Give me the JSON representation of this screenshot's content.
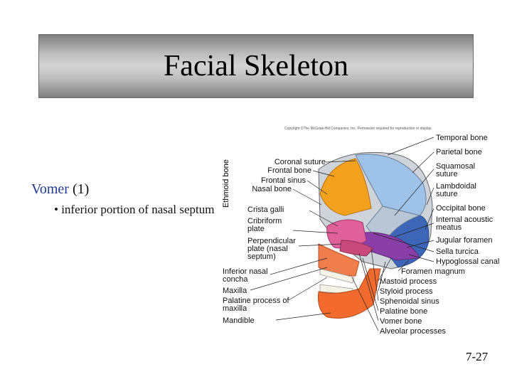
{
  "title": "Facial Skeleton",
  "bullet": {
    "term": "Vomer",
    "number": " (1)",
    "detail": "• inferior portion of nasal septum"
  },
  "figure": {
    "copyright": "Copyright ©The McGraw-Hill Companies, Inc. Permission required for reproduction or display.",
    "left_labels": [
      "Coronal suture",
      "Frontal bone",
      "Frontal sinus",
      "Nasal bone"
    ],
    "ethmoid_group_label": "Ethmoid bone",
    "ethmoid_labels": [
      "Crista galli",
      "Cribriform plate",
      "Perpendicular plate (nasal septum)"
    ],
    "lower_left_labels": [
      "Inferior nasal concha",
      "Maxilla",
      "Palatine process of maxilla",
      "Mandible"
    ],
    "right_labels": [
      "Temporal bone",
      "Parietal bone",
      "Squamosal suture",
      "Lambdoidal suture",
      "Occipital bone",
      "Internal acoustic meatus",
      "Jugular foramen",
      "Sella turcica",
      "Hypoglossal canal",
      "Foramen magnum"
    ],
    "bottom_labels": [
      "Mastoid process",
      "Styloid process",
      "Sphenoidal sinus",
      "Palatine bone",
      "Vomer bone",
      "Alveolar processes"
    ]
  },
  "page_number": "7-27",
  "colors": {
    "frontal": "#f2a21e",
    "parietal": "#9fc2e8",
    "occipital": "#3e66b8",
    "ethmoid": "#e0609a",
    "sphenoid": "#8a3fa8",
    "maxilla": "#f07d4c",
    "mandible": "#f26a2e"
  }
}
